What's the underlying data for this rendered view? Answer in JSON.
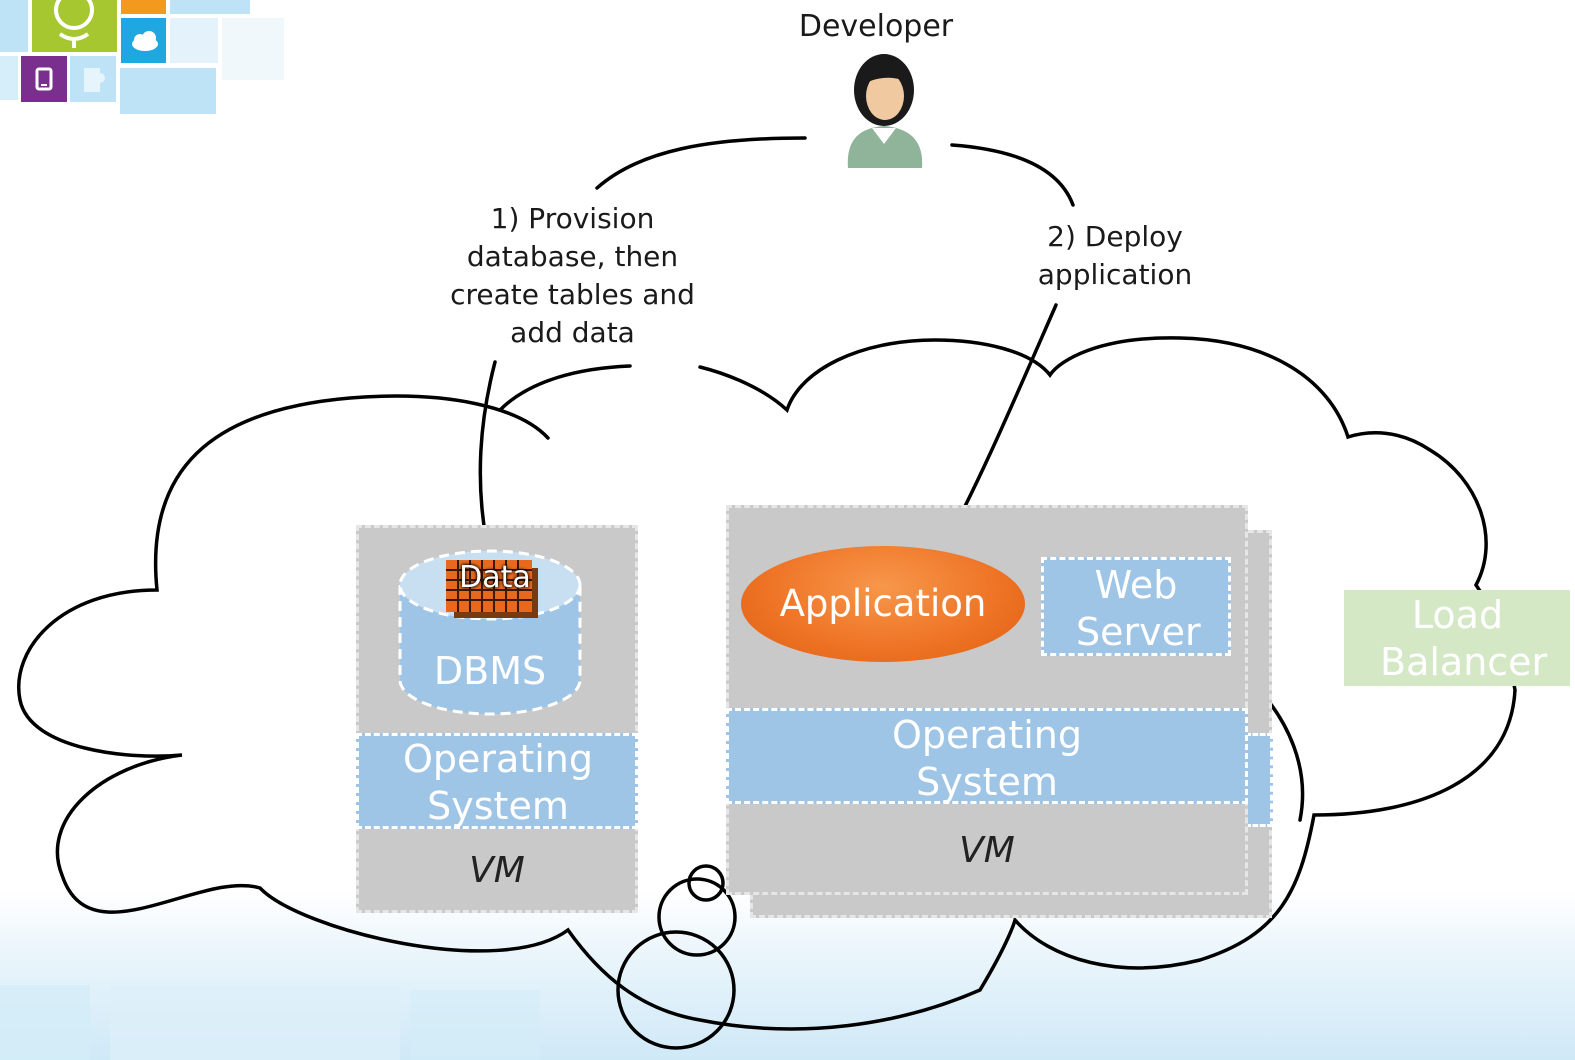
{
  "developer": {
    "label": "Developer"
  },
  "steps": [
    {
      "label": "1) Provision database, then create tables and add data"
    },
    {
      "label": "2) Deploy application"
    }
  ],
  "db_vm": {
    "data_label": "Data",
    "dbms_label": "DBMS",
    "os_label": "Operating System",
    "vm_label": "VM"
  },
  "app_vm": {
    "application_label": "Application",
    "web_server_label": "Web Server",
    "os_label": "Operating System",
    "vm_label": "VM"
  },
  "load_balancer": {
    "label": "Load Balancer"
  },
  "icons": [
    "developer-person-icon",
    "data-table-icon",
    "globe-tile-icon",
    "cloud-tile-icon",
    "phone-tile-icon",
    "puzzle-tile-icon"
  ],
  "colors": {
    "vm_gray": "#c9c9c9",
    "os_blue": "#9ec4e6",
    "application_orange": "#f07a2a",
    "load_balancer_green": "#d4e8c6",
    "tile_lime": "#a6c72f",
    "tile_orange": "#f39a1e",
    "tile_cyan": "#1ea7e1",
    "tile_purple": "#7a2f8e",
    "tile_lightblue": "#bfe3f6"
  }
}
